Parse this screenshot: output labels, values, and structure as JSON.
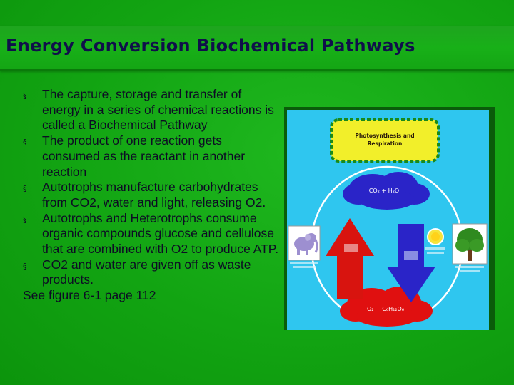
{
  "slide": {
    "title": "Energy Conversion Biochemical Pathways",
    "bullet_marker": "§",
    "bullets": [
      "The capture, storage and transfer of energy in a series of chemical reactions is called a Biochemical Pathway",
      "The product of one reaction gets consumed as the reactant in another reaction",
      "Autotrophs manufacture carbohydrates from CO2, water and light, releasing O2.",
      "Autotrophs and Heterotrophs consume organic compounds glucose and cellulose that are combined with O2 to produce ATP.",
      "CO2  and water are given off as waste products."
    ],
    "footnote": "See figure 6-1 page 112"
  },
  "figure": {
    "box_title_line1": "Photosynthesis and",
    "box_title_line2": "Respiration",
    "top_cloud_label": "CO₂ + H₂O",
    "bottom_cloud_label": "O₂ + C₆H₁₂O₆",
    "colors": {
      "background": "#2fc6ef",
      "cloud": "#e01010",
      "top_cloud": "#2a24c8",
      "box": "#f2ef2a",
      "arrow_red": "#d8140f",
      "arrow_blue": "#2a24c8"
    }
  }
}
